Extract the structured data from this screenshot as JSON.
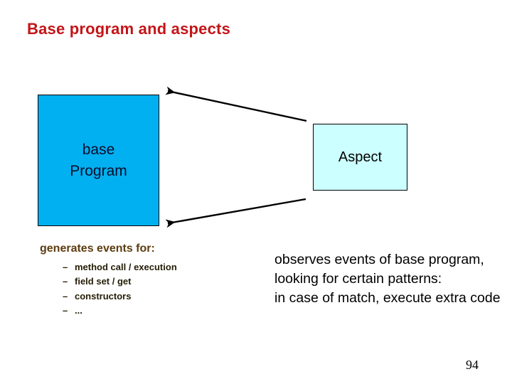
{
  "slide": {
    "title": "Base program and aspects",
    "page_number": "94"
  },
  "boxes": {
    "base_program": {
      "line1": "base",
      "line2": "Program"
    },
    "aspect": {
      "label": "Aspect"
    }
  },
  "left_panel": {
    "heading": "generates events for:",
    "bullets": [
      {
        "marker": "–",
        "text": "method call / execution"
      },
      {
        "marker": "–",
        "text": "field set / get"
      },
      {
        "marker": "–",
        "text": "constructors"
      },
      {
        "marker": "–",
        "text": "..."
      }
    ]
  },
  "right_panel": {
    "lines": [
      "observes events of base program,",
      "looking for certain patterns:",
      "in case of match, execute extra code"
    ]
  },
  "colors": {
    "title_text": "#c31418",
    "heading_text": "#5d3c10",
    "base_program_fill": "#00b0f0",
    "aspect_fill": "#ccffff",
    "box_border": "#000000",
    "arrow": "#000000"
  }
}
